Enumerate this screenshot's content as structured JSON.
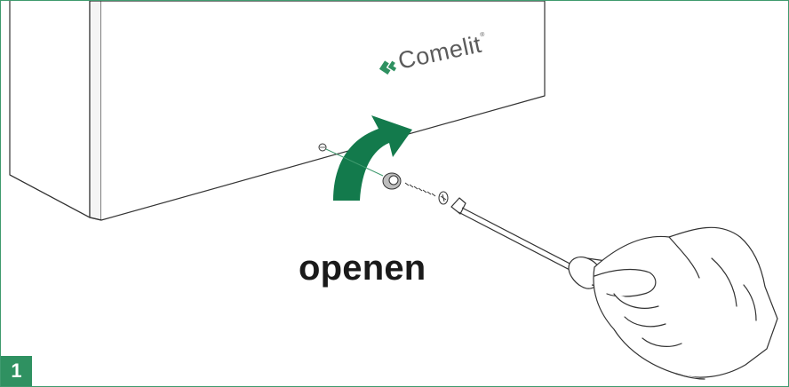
{
  "brand": {
    "name": "Comelit",
    "registered_mark": "®"
  },
  "instruction": {
    "text": "openen"
  },
  "step": {
    "number": "1"
  },
  "colors": {
    "accent_green": "#2f9161",
    "arrow_green": "#137a4c",
    "frame_border": "#3f9a6e",
    "line": "#333333"
  },
  "icons": [
    "comelit-logo-icon",
    "rotation-arrow-icon",
    "screw-icon",
    "screwdriver-icon",
    "hand-icon"
  ]
}
